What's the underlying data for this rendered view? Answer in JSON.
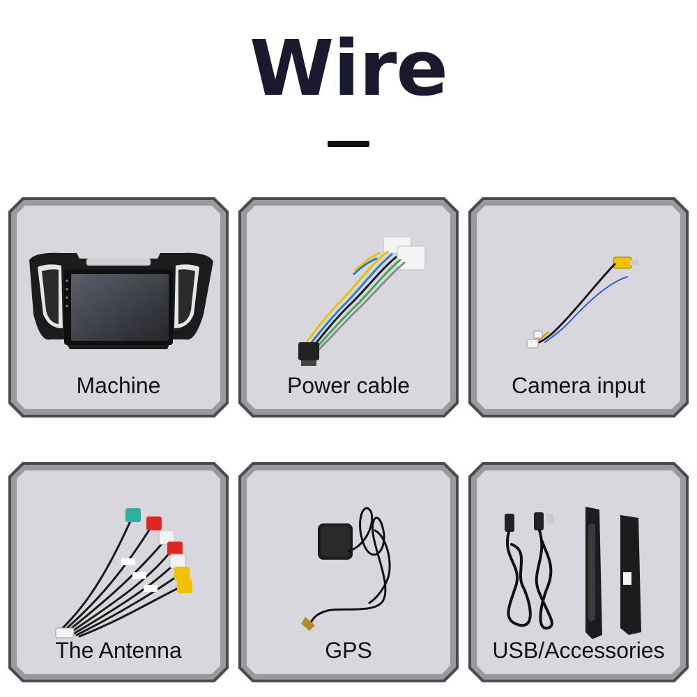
{
  "header": {
    "title": "Wire"
  },
  "colors": {
    "card_fill": "#d8d7dd",
    "card_border": "#4a4a4f",
    "card_bevel": "#9a99a0",
    "title_color": "#1a1a2e"
  },
  "items": [
    {
      "label": "Machine",
      "icon": "car-stereo-unit"
    },
    {
      "label": "Power cable",
      "icon": "power-harness-cable"
    },
    {
      "label": "Camera input",
      "icon": "rca-camera-cable"
    },
    {
      "label": "The Antenna",
      "icon": "rca-av-harness"
    },
    {
      "label": "GPS",
      "icon": "gps-antenna"
    },
    {
      "label": "USB/Accessories",
      "icon": "usb-cables-and-bezel"
    }
  ]
}
